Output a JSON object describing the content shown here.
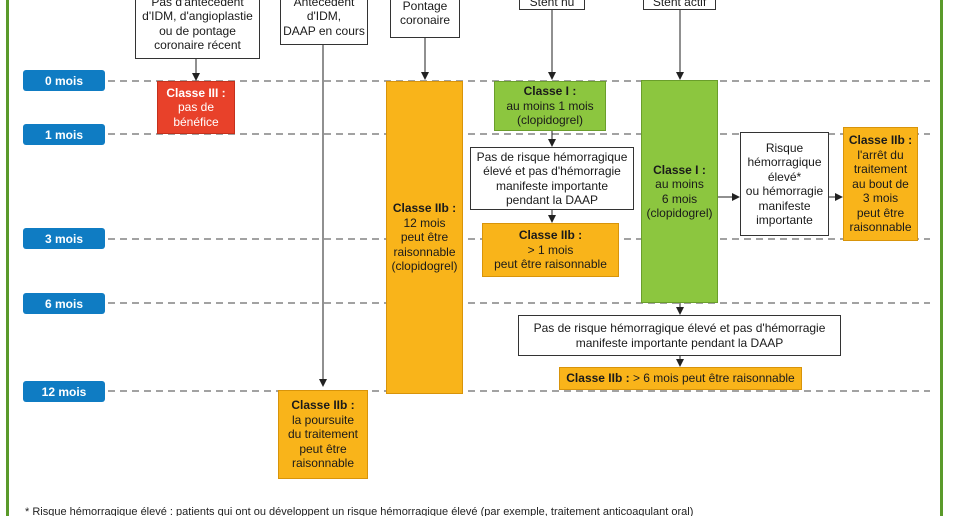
{
  "timeline": [
    "0 mois",
    "1 mois",
    "3 mois",
    "6 mois",
    "12 mois"
  ],
  "top_boxes": {
    "idm": [
      "Pas d'antécédent",
      "d'IDM, d'angioplastie",
      "ou de pontage",
      "coronaire récent"
    ],
    "idm_daap": [
      "Antécédent",
      "d'IDM,",
      "DAAP en cours"
    ],
    "pontage": [
      "Pontage",
      "coronaire"
    ],
    "stent_nu": "Stent nu",
    "stent_actif": "Stent actif"
  },
  "nodes": {
    "classe3": {
      "cls": "Classe III :",
      "lines": [
        "pas de",
        "bénéfice"
      ]
    },
    "pontage_classe": {
      "cls": "Classe IIb :",
      "lines": [
        "12 mois",
        "peut être",
        "raisonnable",
        "(clopidogrel)"
      ]
    },
    "poursuite": {
      "cls": "Classe IIb :",
      "lines": [
        "la poursuite",
        "du traitement",
        "peut être",
        "raisonnable"
      ]
    },
    "classe1_nu": {
      "cls": "Classe I :",
      "lines": [
        "au moins 1 mois",
        "(clopidogrel)"
      ]
    },
    "risque1": {
      "lines": [
        "Pas de risque hémorragique",
        "élevé et pas d'hémorragie",
        "manifeste importante",
        "pendant la DAAP"
      ]
    },
    "classe2b_1mois": {
      "cls": "Classe IIb :",
      "lines": [
        "> 1 mois",
        "peut être raisonnable"
      ]
    },
    "classe1_actif": {
      "cls": "Classe I :",
      "lines": [
        "au moins",
        "6 mois",
        "(clopidogrel)"
      ]
    },
    "risque_eleve": {
      "lines": [
        "Risque",
        "hémorragique",
        "élevé*",
        "ou hémorragie",
        "manifeste",
        "importante"
      ]
    },
    "arret": {
      "cls": "Classe IIb :",
      "lines": [
        "l'arrêt du",
        "traitement",
        "au bout de",
        "3 mois",
        "peut être",
        "raisonnable"
      ]
    },
    "risque2": {
      "lines": [
        "Pas de risque hémorragique élevé et pas d'hémorragie",
        "manifeste importante pendant la DAAP"
      ]
    },
    "classe2b_6mois": {
      "cls": "Classe IIb :",
      "text": " > 6 mois peut être raisonnable"
    }
  },
  "footnote": "* Risque hémorragique élevé : patients qui ont ou développent un risque hémorragique élevé (par exemple, traitement anticoagulant oral)",
  "colors": {
    "red": "#e8412a",
    "green": "#8cc63f",
    "orange": "#f9b41a",
    "blue": "#0f7cc3",
    "frame": "#5a9a2a"
  }
}
